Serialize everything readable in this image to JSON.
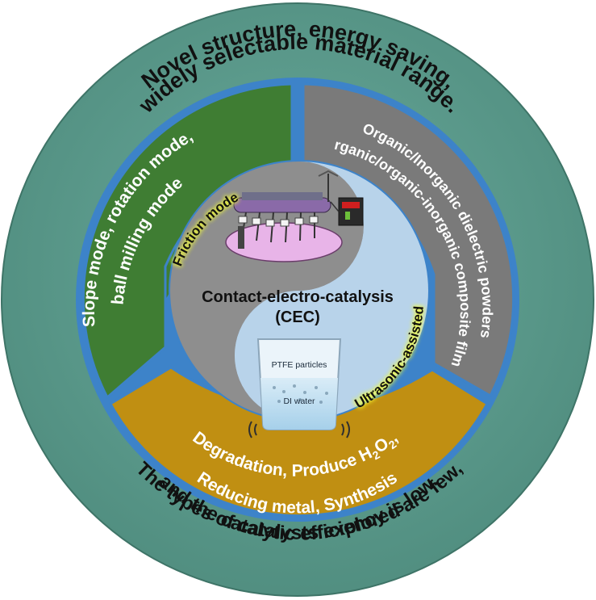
{
  "outer_ring": {
    "top_line1": "Novel structure, energy saving,",
    "top_line2": "widely selectable material range.",
    "bottom_line1": "The types of catalysts explored are few,",
    "bottom_line2": "and the catalytic efficiency is low."
  },
  "segments": {
    "modes_line1": "Slope mode, rotation mode,",
    "modes_line2": "ball milling mode",
    "materials_line1": "Organic/Inorganic dielectric powders",
    "materials_line2": "Organic/organic-inorganic composite films",
    "applications_line1": "Degradation, Produce H",
    "applications_sub1": "2",
    "applications_mid": "O",
    "applications_sub2": "2",
    "applications_end": ",",
    "applications_line2": "Reducing metal, Synthesis"
  },
  "center": {
    "title_line1": "Contact-electro-catalysis",
    "title_line2": "(CEC)",
    "friction_label": "Friction mode",
    "ultrasonic_label": "Ultrasonic-assisted",
    "beaker_label1": "PTFE particles",
    "beaker_label2": "DI water"
  },
  "colors": {
    "outer_ring": "#5e9e8f",
    "green_segment": "#3f7d33",
    "gray_segment": "#7a7a7a",
    "gold_segment": "#c08f12",
    "center_light": "#a9c7e3",
    "center_gray": "#8e8e8e",
    "blue_border": "#3d83c9",
    "glow": "#f6ff38"
  }
}
